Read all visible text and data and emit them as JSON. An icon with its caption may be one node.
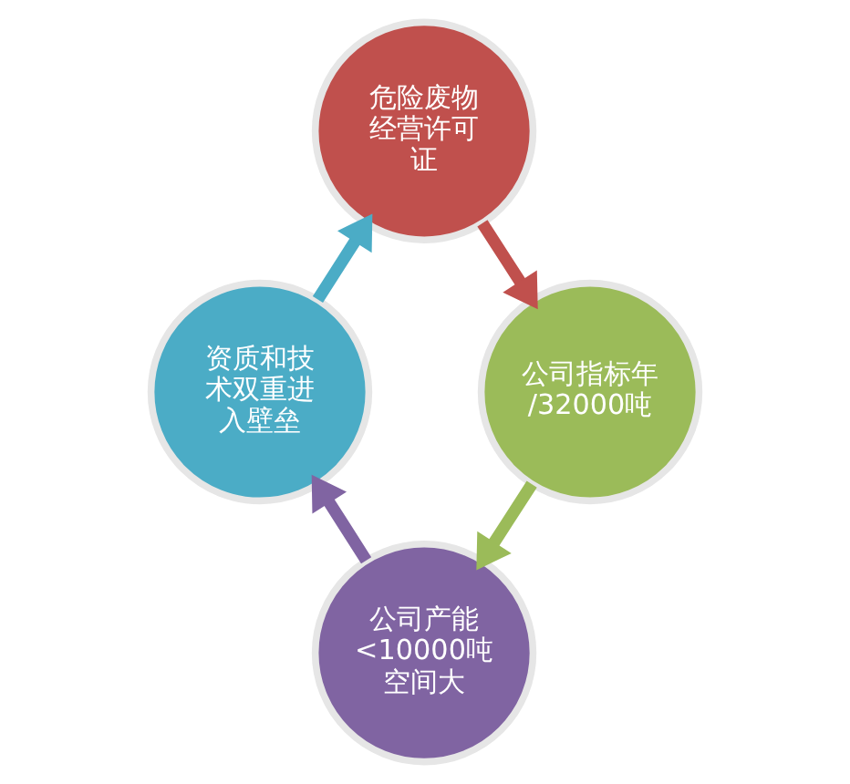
{
  "diagram": {
    "nodes": [
      {
        "text": [
          "危险废物经营许可证"
        ]
      },
      {
        "text": [
          "公司指标年/32000吨"
        ]
      },
      {
        "text": [
          "公司产能<10000吨",
          "空间大"
        ]
      },
      {
        "text": [
          "资质和技术双重进入壁垒"
        ]
      }
    ],
    "edges": [
      {
        "from": 0,
        "to": 1,
        "arrow": "to",
        "color": "#c0504d"
      },
      {
        "from": 1,
        "to": 2,
        "arrow": "to",
        "color": "#9bbb59"
      },
      {
        "from": 2,
        "to": 3,
        "arrow": "to",
        "color": "#8064a2"
      },
      {
        "from": 3,
        "to": 0,
        "arrow": "to",
        "color": "#4bacc6"
      }
    ]
  }
}
